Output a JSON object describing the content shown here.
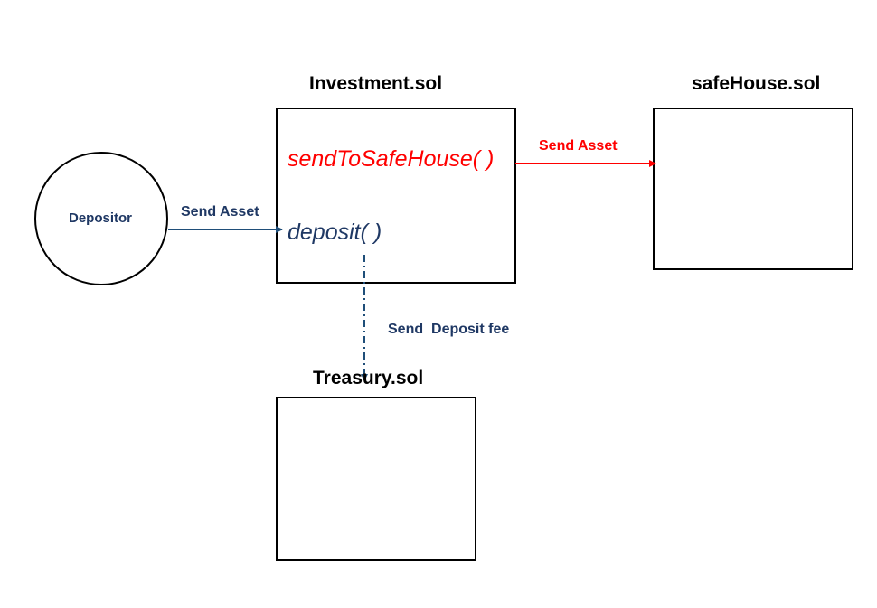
{
  "colors": {
    "navy": "#1f3864",
    "red": "#ff0000",
    "teal": "#1f4e79",
    "black": "#000000"
  },
  "nodes": {
    "depositor": {
      "label": "Depositor"
    },
    "investment": {
      "title": "Investment.sol",
      "methods": [
        "sendToSafeHouse( )",
        "deposit( )"
      ]
    },
    "safehouse": {
      "title": "safeHouse.sol"
    },
    "treasury": {
      "title": "Treasury.sol"
    }
  },
  "edges": {
    "depositor_to_investment": {
      "label": "Send Asset"
    },
    "investment_to_safehouse": {
      "label": "Send Asset"
    },
    "investment_to_treasury": {
      "label": "Send  Deposit fee"
    }
  }
}
